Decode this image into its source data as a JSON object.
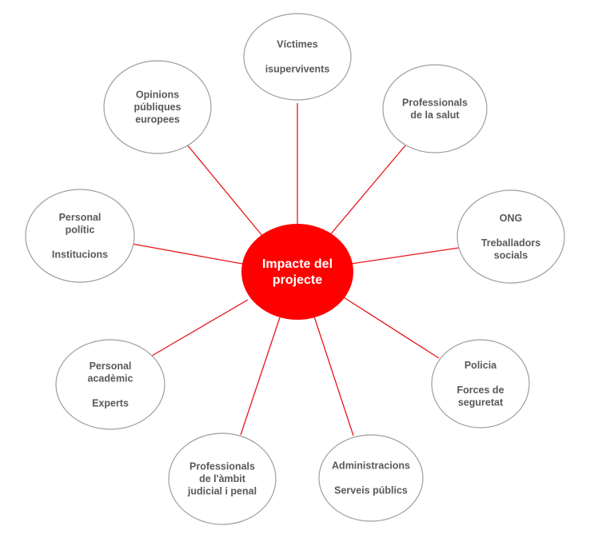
{
  "center": {
    "lines": [
      "Impacte del",
      "projecte"
    ],
    "fill": "#ff0000"
  },
  "connector_color": "#e8161b",
  "node_border_color": "#9e9e9e",
  "text_color": "#595959",
  "nodes": [
    {
      "id": "victims",
      "lines": [
        "Víctimes",
        "",
        "isupervivents"
      ]
    },
    {
      "id": "health-professionals",
      "lines": [
        "Professionals",
        "de la salut"
      ]
    },
    {
      "id": "ngo",
      "lines": [
        "ONG",
        "",
        "Treballadors",
        "socials"
      ]
    },
    {
      "id": "police",
      "lines": [
        "Policia",
        "",
        "Forces de",
        "seguretat"
      ]
    },
    {
      "id": "administrations",
      "lines": [
        "Administracions",
        "",
        "Serveis públics"
      ]
    },
    {
      "id": "judicial",
      "lines": [
        "Professionals",
        "de l'àmbit",
        "judicial i penal"
      ]
    },
    {
      "id": "academic",
      "lines": [
        "Personal",
        "acadèmic",
        "",
        "Experts"
      ]
    },
    {
      "id": "political",
      "lines": [
        "Personal",
        "polític",
        "",
        "Institucions"
      ]
    },
    {
      "id": "public-opinion",
      "lines": [
        "Opinions",
        "públiques",
        "europees"
      ]
    }
  ]
}
